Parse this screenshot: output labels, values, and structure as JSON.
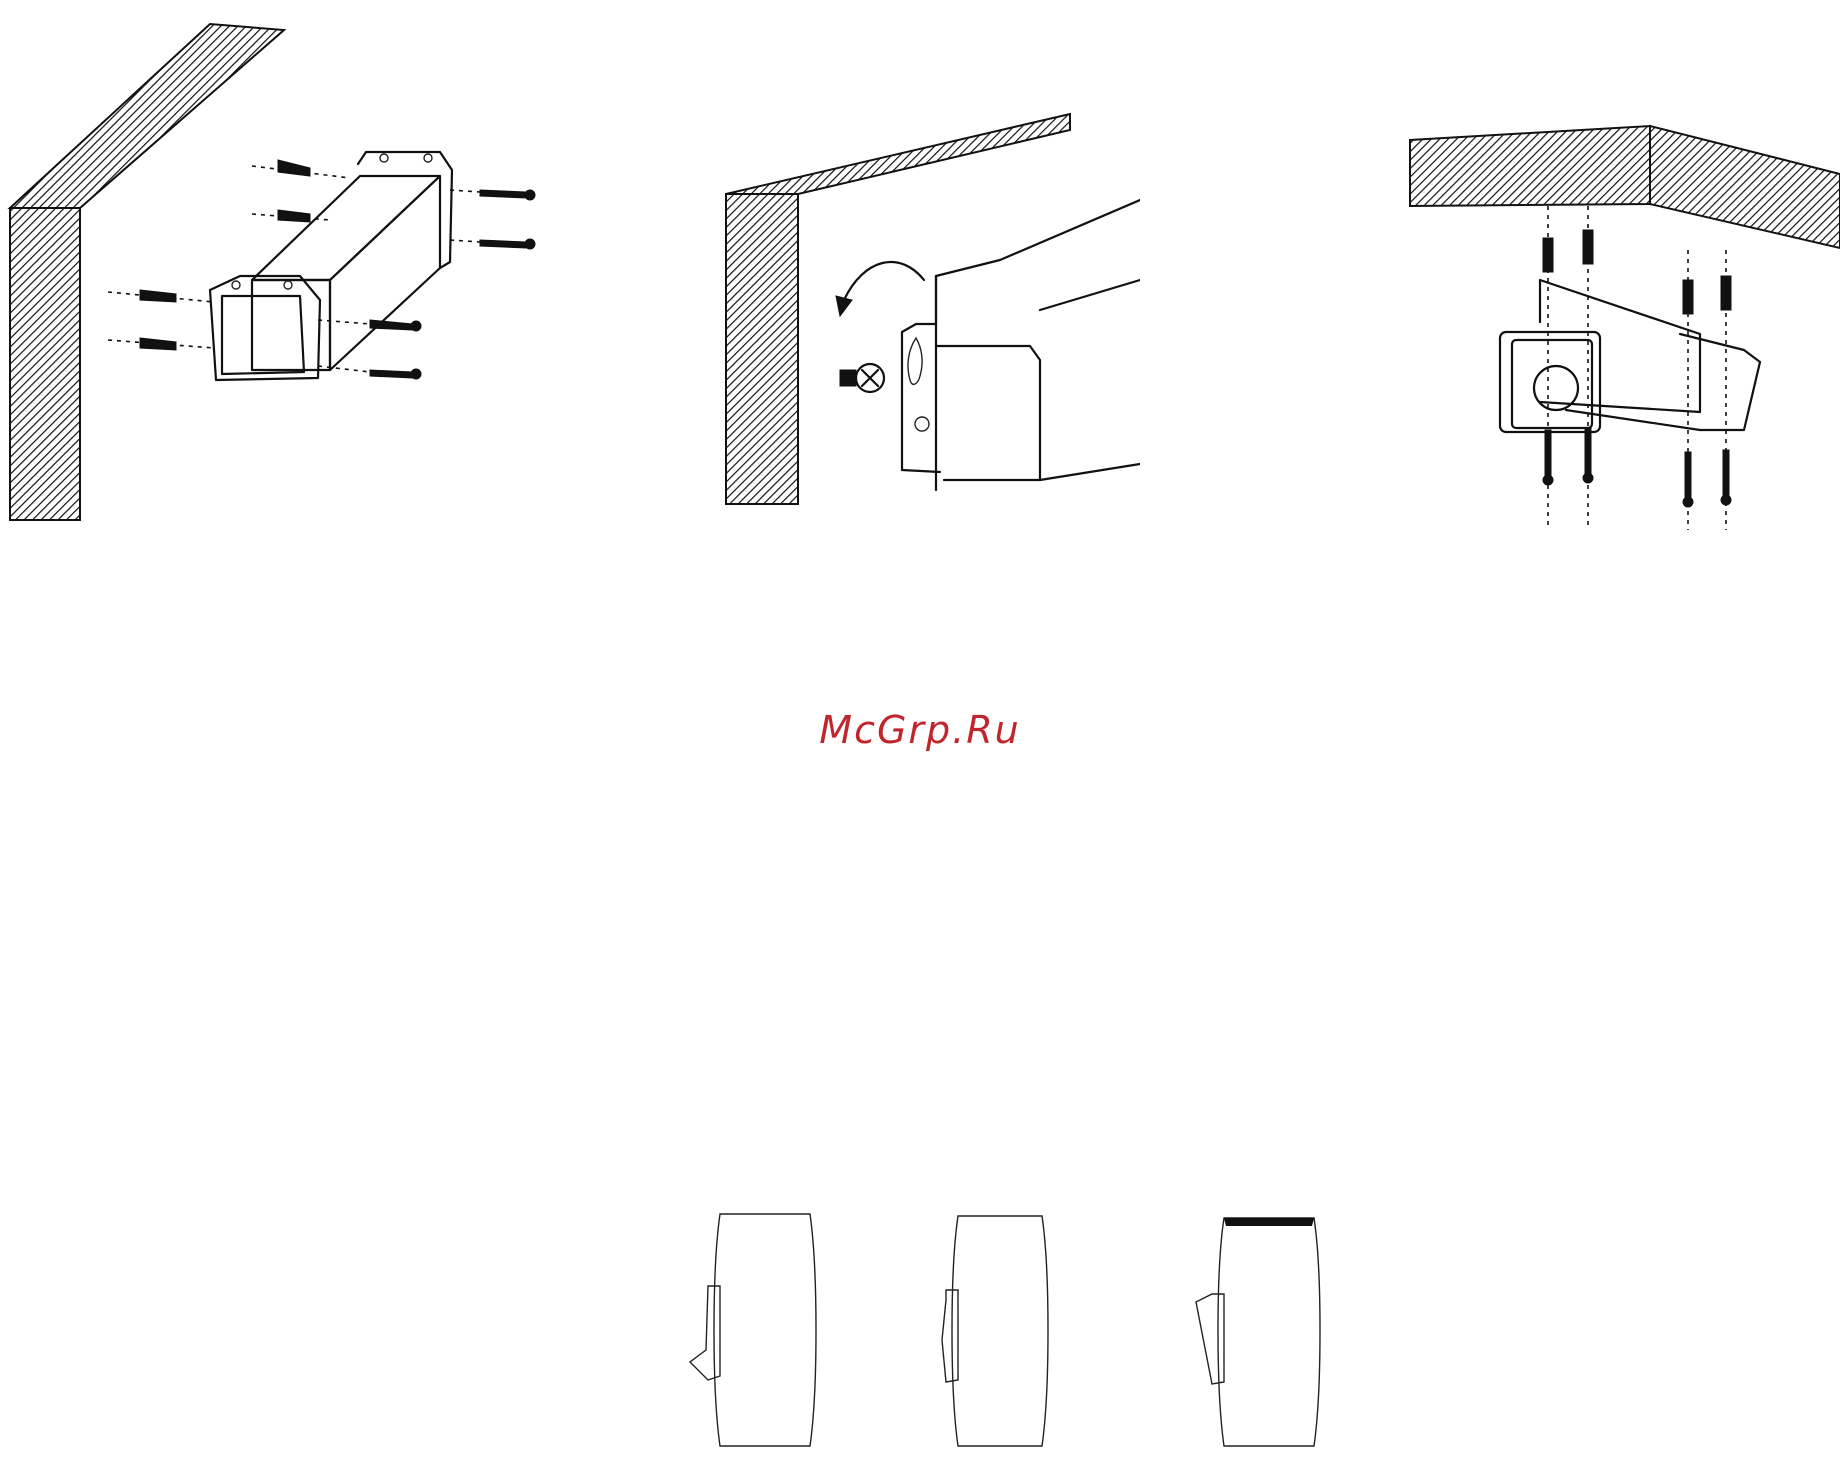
{
  "watermark": {
    "text": "McGrp.Ru",
    "color": "#c0272d"
  },
  "figures": [
    {
      "name": "wall-mount-side"
    },
    {
      "name": "wall-mount-keyhole"
    },
    {
      "name": "ceiling-mount"
    },
    {
      "name": "switch-positions"
    }
  ]
}
